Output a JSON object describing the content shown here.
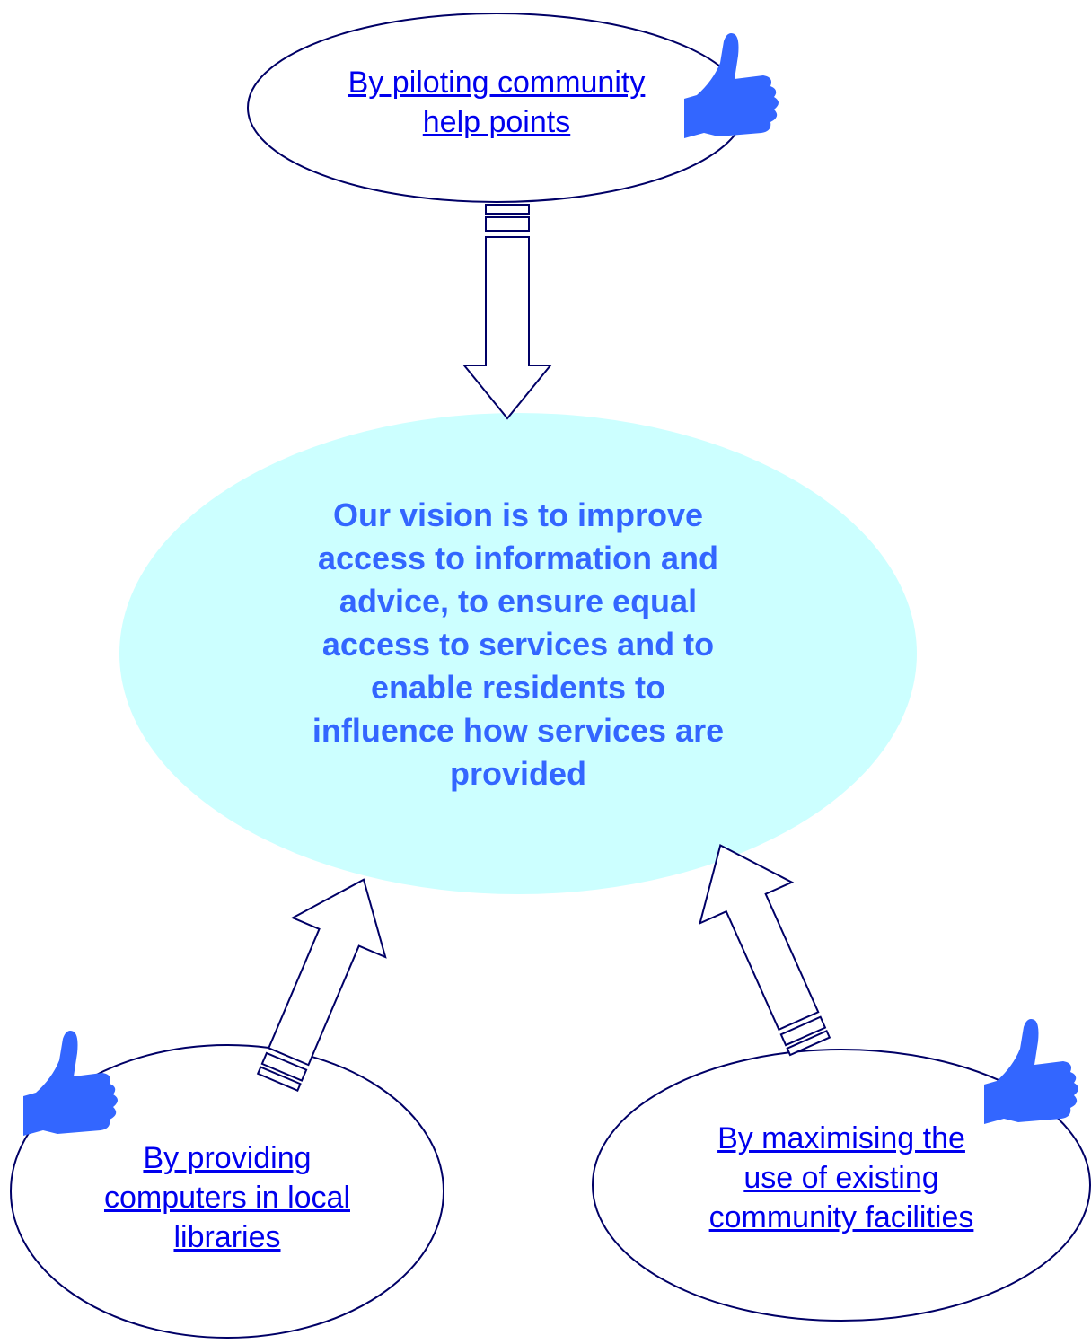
{
  "colors": {
    "outline": "#000066",
    "center_fill": "#ccffff",
    "vision_text": "#3366ff",
    "link_text": "#0000ee",
    "thumb": "#3366ff"
  },
  "vision": {
    "lines": [
      "Our vision is to improve",
      "access to information and",
      "advice, to ensure equal",
      "access to services and to",
      "enable residents to",
      "influence how services are",
      "provided"
    ]
  },
  "links": {
    "top": {
      "lines": [
        "By piloting community",
        "help points "
      ],
      "icon": "thumbs-up-icon"
    },
    "left": {
      "lines": [
        "By providing",
        "computers in local",
        "libraries"
      ],
      "icon": "thumbs-up-icon"
    },
    "right": {
      "lines": [
        "By maximising the",
        "use of existing",
        "community facilities"
      ],
      "icon": "thumbs-up-icon"
    }
  }
}
